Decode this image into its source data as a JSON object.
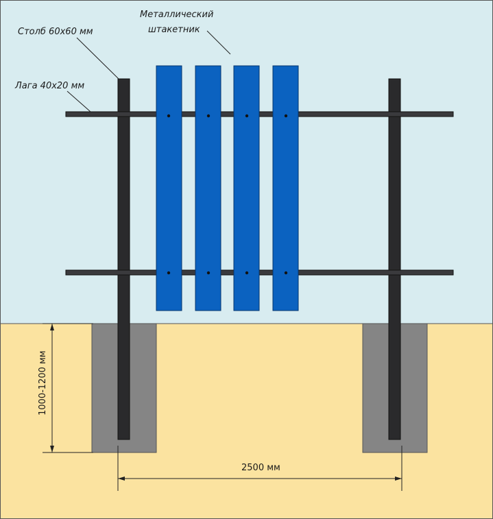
{
  "labels": {
    "post": "Столб 60x60 мм",
    "rail": "Лага 40x20 мм",
    "picket_line1": "Металлический",
    "picket_line2": "штакетник",
    "depth": "1000-1200 мм",
    "span": "2500 мм"
  },
  "colors": {
    "sky": "#d8ecf0",
    "ground": "#fbe3a0",
    "post": "#2a2a2c",
    "rail": "#3a3a3d",
    "picket": "#0b62c0",
    "concrete": "#858585",
    "line": "#222222"
  }
}
